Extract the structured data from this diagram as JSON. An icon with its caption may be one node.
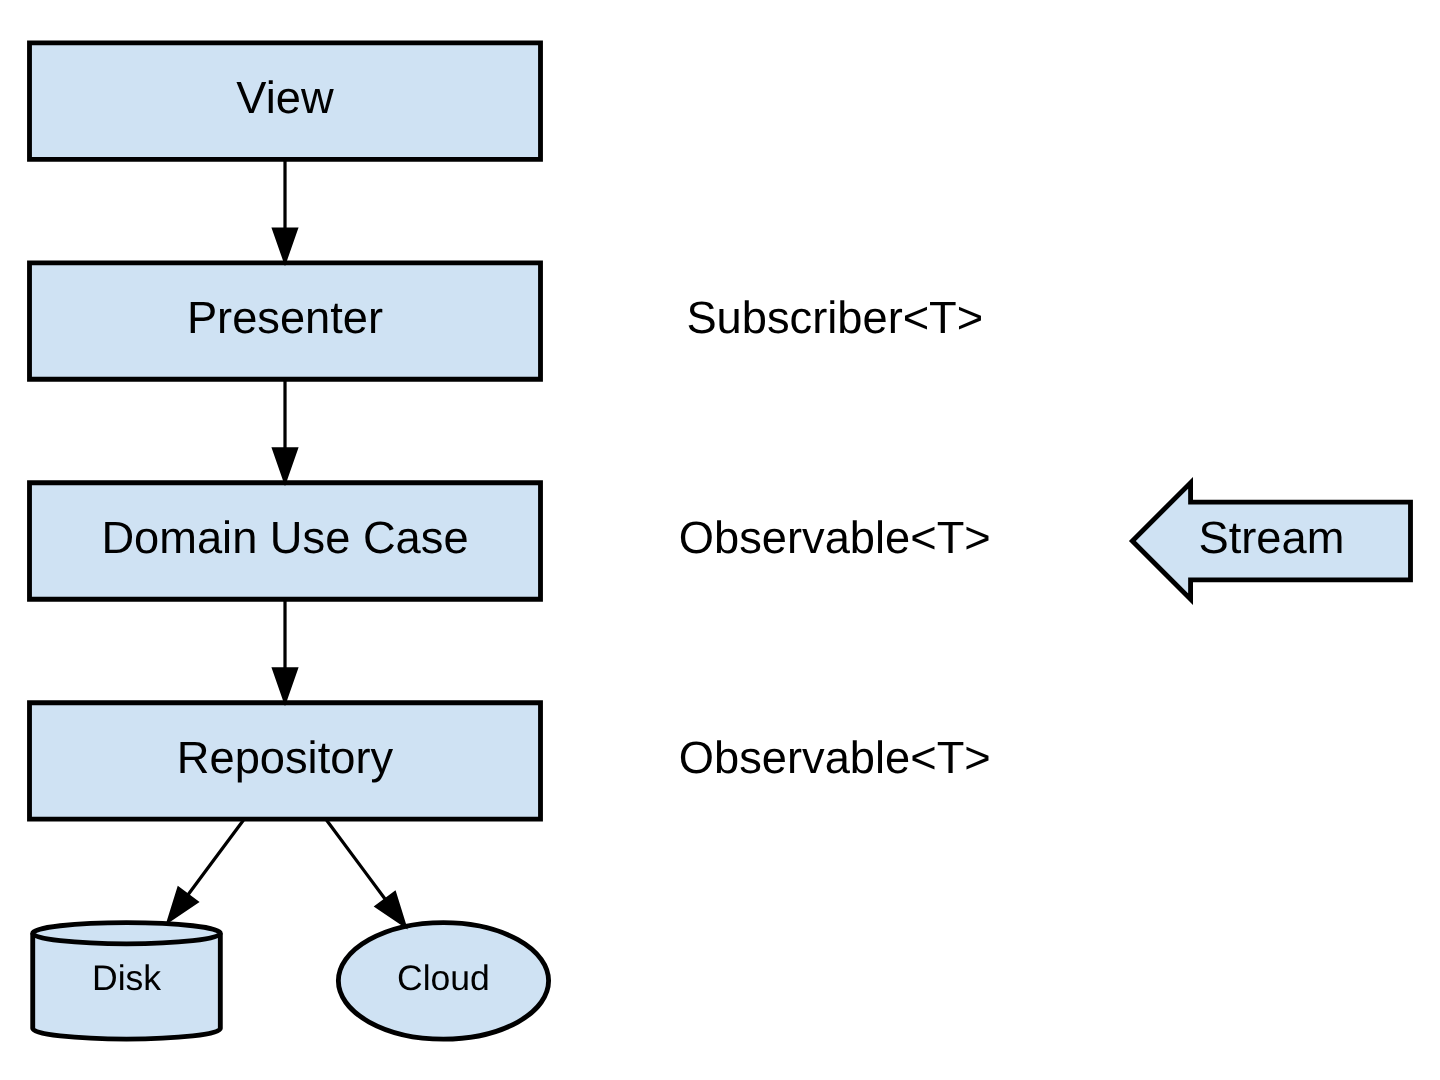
{
  "diagram": {
    "nodes": [
      {
        "text": [
          "View"
        ]
      },
      {
        "text": [
          "Presenter"
        ]
      },
      {
        "text": [
          "Domain Use Case"
        ]
      },
      {
        "text": [
          "Repository"
        ]
      },
      {
        "text": [
          "Disk"
        ]
      },
      {
        "text": [
          "Cloud"
        ]
      },
      {
        "text": [
          "Stream"
        ]
      }
    ],
    "edges": [
      {
        "from": 0,
        "to": 1,
        "arrow": "to"
      },
      {
        "from": 1,
        "to": 2,
        "arrow": "to"
      },
      {
        "from": 2,
        "to": 3,
        "arrow": "to"
      },
      {
        "from": 3,
        "to": 4,
        "arrow": "to"
      },
      {
        "from": 3,
        "to": 5,
        "arrow": "to"
      }
    ],
    "labels": [
      "Subscriber<T>",
      "Observable<T>",
      "Observable<T>"
    ]
  }
}
